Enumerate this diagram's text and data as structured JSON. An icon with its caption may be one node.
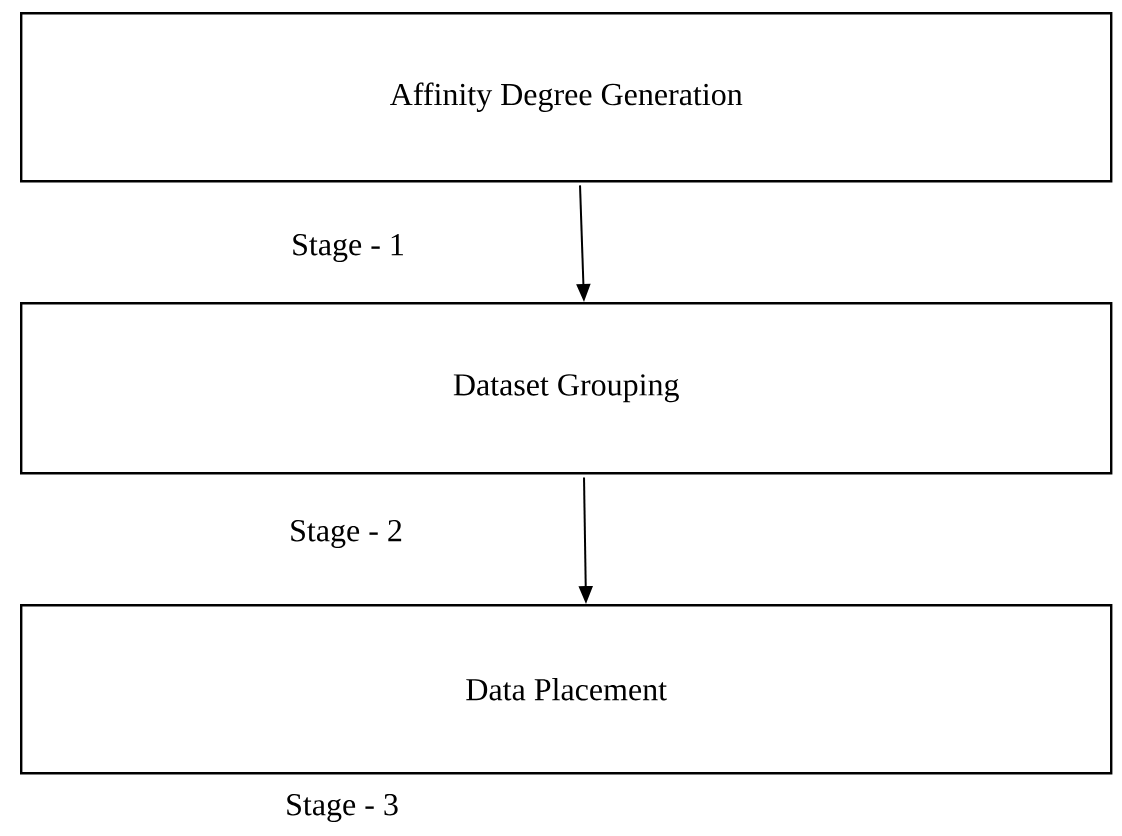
{
  "diagram": {
    "nodes": [
      {
        "text": [
          "Affinity Degree Generation"
        ],
        "beside": [
          "Stage - 1"
        ]
      },
      {
        "text": [
          "Dataset Grouping"
        ],
        "beside": [
          "Stage - 2"
        ]
      },
      {
        "text": [
          "Data Placement"
        ],
        "beside": [
          "Stage - 3"
        ]
      }
    ],
    "edges": [
      {
        "from": 0,
        "to": 1,
        "arrow": "to"
      },
      {
        "from": 1,
        "to": 2,
        "arrow": "to"
      }
    ]
  }
}
